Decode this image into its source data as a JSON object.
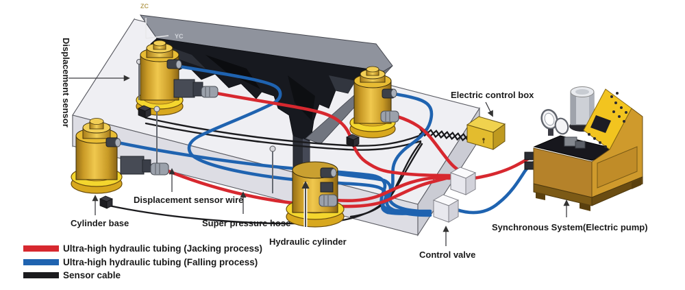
{
  "diagram": {
    "part_labels": {
      "displacement_sensor": "Displacement sensor",
      "cylinder_base": "Cylinder base",
      "displacement_sensor_wire": "Displacement sensor wire",
      "super_pressure_hose": "Super pressure hose",
      "hydraulic_cylinder": "Hydraulic cylinder",
      "control_valve": "Control valve",
      "electric_control_box": "Electric control box",
      "synchronous_system": "Synchronous System(Electric pump)"
    },
    "axis_labels": {
      "z": "ZC",
      "y": "YC"
    },
    "legend": {
      "items": [
        {
          "name": "jacking-tubing",
          "label": "Ultra-high hydraulic tubing (Jacking process)",
          "color": "#d7282f"
        },
        {
          "name": "falling-tubing",
          "label": "Ultra-high hydraulic tubing (Falling process)",
          "color": "#1f63b0"
        },
        {
          "name": "sensor-cable",
          "label": "Sensor cable",
          "color": "#1b1b1e"
        }
      ]
    },
    "colors": {
      "jacking_red": "#d7282f",
      "falling_blue": "#1f63b0",
      "sensor_black": "#1b1b1e",
      "cylinder_yellow": "#d7a62b",
      "flange_yellow": "#f4d62e",
      "platform_gray": "#efeff3",
      "beam_dark": "#17191f",
      "pump_body": "#b5822a",
      "pump_panel": "#f2c41f",
      "control_box_yellow": "#e3bc2e"
    }
  }
}
